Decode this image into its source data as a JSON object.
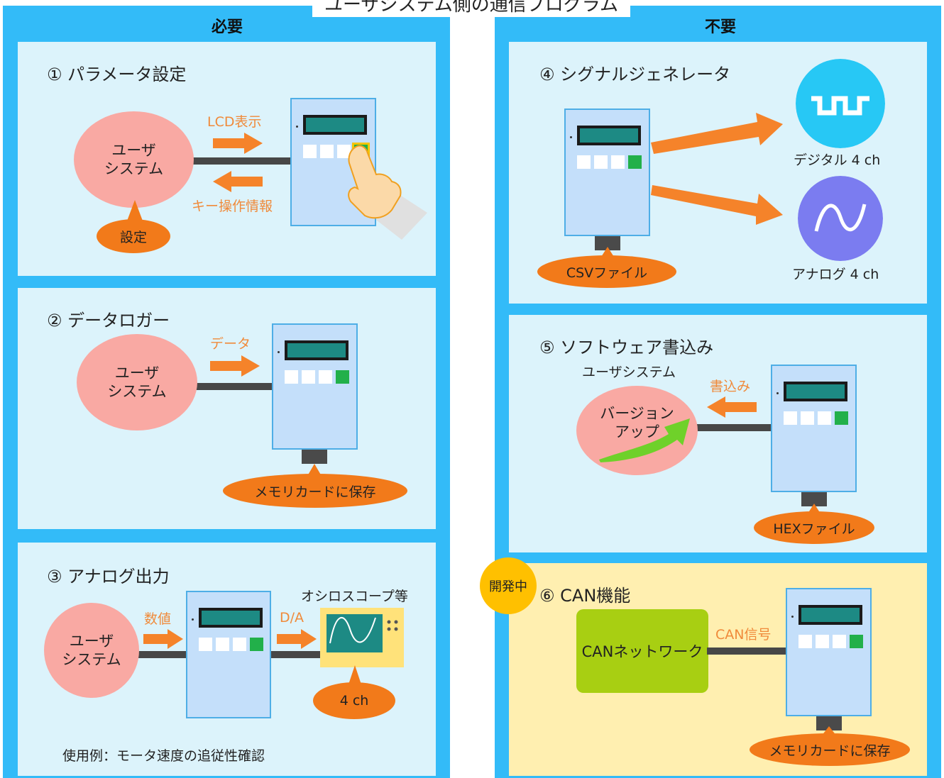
{
  "title": "ユーザシステム側の通信プログラム",
  "columns": {
    "left": "必要",
    "right": "不要"
  },
  "panel1": {
    "title": "① パラメータ設定",
    "user": "ユーザ\nシステム",
    "lcd_label": "LCD表示",
    "key_label": "キー操作情報",
    "badge": "設定"
  },
  "panel2": {
    "title": "② データロガー",
    "user": "ユーザ\nシステム",
    "data_label": "データ",
    "badge": "メモリカードに保存"
  },
  "panel3": {
    "title": "③ アナログ出力",
    "user": "ユーザ\nシステム",
    "value_label": "数値",
    "da_label": "D/A",
    "scope_label": "オシロスコープ等",
    "badge": "4 ch",
    "example": "使用例：モータ速度の追従性確認"
  },
  "panel4": {
    "title": "④ シグナルジェネレータ",
    "badge": "CSVファイル",
    "digital_label": "デジタル 4 ch",
    "analog_label": "アナログ 4 ch"
  },
  "panel5": {
    "title": "⑤ ソフトウェア書込み",
    "user_label": "ユーザシステム",
    "user": "バージョン\nアップ",
    "write_label": "書込み",
    "badge": "HEXファイル"
  },
  "panel6": {
    "status_badge": "開発中",
    "title": "⑥ CAN機能",
    "network": "CANネットワーク",
    "signal_label": "CAN信号",
    "badge": "メモリカードに保存"
  },
  "colors": {
    "frame": "#33bbf8",
    "panel": "#dcf3fb",
    "panel_dev": "#ffefb0",
    "user": "#f9a9a3",
    "badge": "#f27a1a",
    "arrow": "#f5832a",
    "can": "#a8cf12",
    "digital_icon": "#27c8f5",
    "analog_icon": "#7b7cf0"
  }
}
